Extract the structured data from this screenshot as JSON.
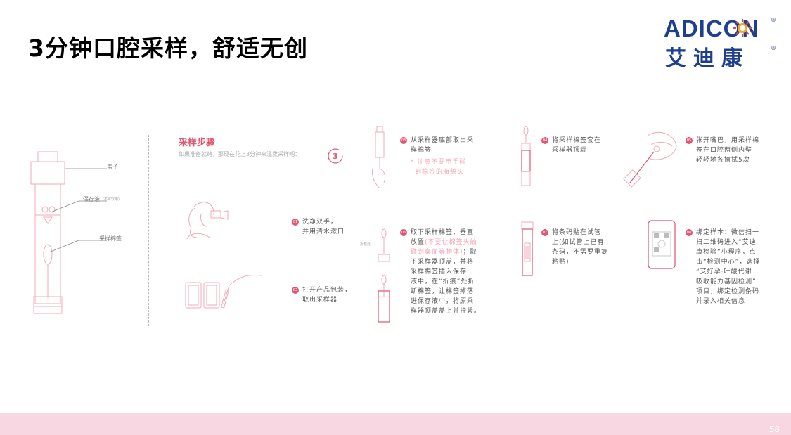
{
  "title": "3分钟口腔采样，舒适无创",
  "logo": {
    "en": "ADICON",
    "cn": "艾迪康",
    "reg": "®"
  },
  "diagram_labels": {
    "cap": "盖子",
    "liquid": "保存液",
    "liquid_note": "(不可饮用)",
    "swab": "采样棉签"
  },
  "heading": "采样步骤",
  "subheading": "如果准备就绪，那现在花上3分钟来温柔采样吧：",
  "timer": "3",
  "break_label": "折痕处",
  "steps": [
    {
      "num": "01",
      "lines": [
        "洗净双手，",
        "并用清水漱口"
      ]
    },
    {
      "num": "02",
      "lines": [
        "打开产品包装，",
        "取出采样器"
      ]
    },
    {
      "num": "03",
      "lines": [
        "从采样器底部取出采",
        "样棉签"
      ],
      "note_lines": [
        "* 注意不要用手碰",
        "到棉签的海绵头"
      ]
    },
    {
      "num": "04",
      "lines": [
        "将采样棉签套在",
        "采样器顶端"
      ]
    },
    {
      "num": "05",
      "lines": [
        "张开嘴巴，用采样棉",
        "签在口腔两侧内壁",
        "轻轻地各擦拭5次"
      ]
    },
    {
      "num": "06",
      "line1": "取下采样棉签，垂直",
      "line2_pre": "放置",
      "line2_note": "(不要让棉签头触",
      "line3_note": "碰到桌面等物体)",
      "line3_post": "；取",
      "rest": [
        "下采样器顶盖，并将",
        "采样棉签插入保存",
        "液中，在“折痕”处折",
        "断棉签，让棉签掉落",
        "进保存液中，将原采",
        "样器顶盖盖上并拧紧。"
      ]
    },
    {
      "num": "07",
      "lines": [
        "将条码贴在试管",
        "上(如试管上已有",
        "条码，不需要重复",
        "粘贴)"
      ]
    },
    {
      "num": "08",
      "lines": [
        "绑定样本：微信扫一",
        "扫二维码进入“艾迪",
        "康检验”小程序，点",
        "击“检测中心”，选择",
        "“艾好孕·叶酸代谢",
        "吸收能力基因检测”",
        "项目，绑定检测条码",
        "并录入相关信息"
      ]
    }
  ],
  "page_number": "58",
  "colors": {
    "accent": "#e05570",
    "brand": "#1e3f8f",
    "footer": "#f8d7e2"
  }
}
